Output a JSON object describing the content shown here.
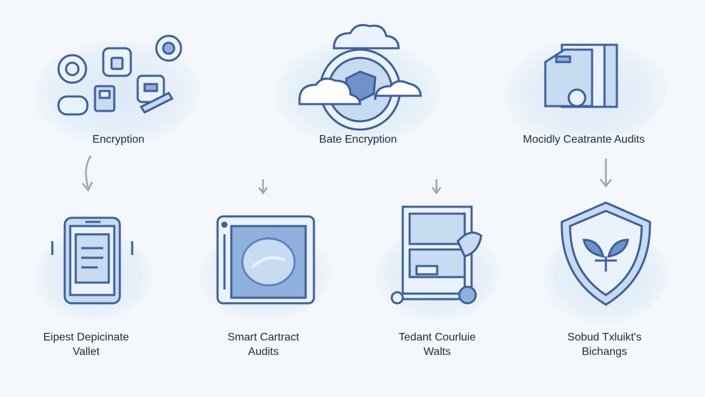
{
  "steps": [
    {
      "id": "encryption",
      "label": "Encryption",
      "icon": "devices-lock-icon"
    },
    {
      "id": "base-encryption",
      "label": "Bate Encryption",
      "icon": "cloud-lock-icon"
    },
    {
      "id": "audits-top",
      "label": "Mocidly Ceatrante Audits",
      "icon": "document-folder-icon"
    },
    {
      "id": "wallet",
      "label_line1": "Eipest Depicinate",
      "label_line2": "Vallet",
      "icon": "phone-wallet-icon"
    },
    {
      "id": "smart-contract",
      "label_line1": "Smart Cartract",
      "label_line2": "Audits",
      "icon": "monitor-icon"
    },
    {
      "id": "vaults",
      "label_line1": "Tedant Courluie",
      "label_line2": "Walts",
      "icon": "document-plant-icon"
    },
    {
      "id": "shield",
      "label_line1": "Sobud Txluikt's",
      "label_line2": "Bichangs",
      "icon": "shield-leaf-icon"
    }
  ],
  "colors": {
    "stroke": "#3d5f9c",
    "fill": "#c7dbf1",
    "deep": "#8fb0dd",
    "arrow": "#9aa5b3"
  }
}
